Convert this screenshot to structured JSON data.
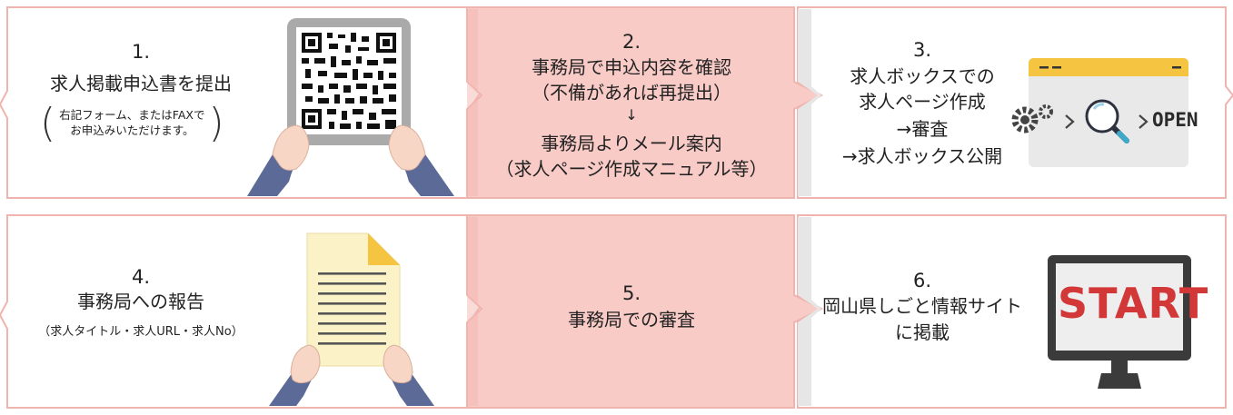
{
  "steps": [
    {
      "num": "1.",
      "title": "求人掲載申込書を提出",
      "note_line1": "右記フォーム、またはFAXで",
      "note_line2": "お申込みいただけます。"
    },
    {
      "num": "2.",
      "line1": "事務局で申込内容を確認",
      "line2": "（不備があれば再提出）",
      "arrow": "↓",
      "line3": "事務局よりメール案内",
      "line4": "（求人ページ作成マニュアル等）"
    },
    {
      "num": "3.",
      "line1": "求人ボックスでの",
      "line2": "求人ページ作成",
      "line3": "→審査",
      "line4": "→求人ボックス公開",
      "badge": "OPEN"
    },
    {
      "num": "4.",
      "title": "事務局への報告",
      "sub": "（求人タイトル・求人URL・求人No）"
    },
    {
      "num": "5.",
      "title": "事務局での審査"
    },
    {
      "num": "6.",
      "line1": "岡山県しごと情報サイト",
      "line2": "に掲載",
      "screen_text": "START"
    }
  ],
  "colors": {
    "border": "#f0b4ae",
    "pink_fill": "#f9cbc7",
    "gray_fill": "#ececec",
    "start_red": "#d23838"
  },
  "icons": [
    "qr-code-tablet-icon",
    "hands-icon",
    "browser-window-icon",
    "gears-icon",
    "magnifier-icon",
    "document-icon",
    "monitor-icon"
  ]
}
